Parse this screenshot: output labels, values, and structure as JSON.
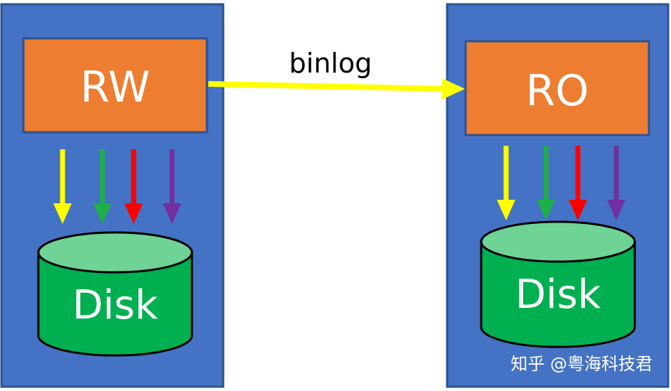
{
  "diagram": {
    "nodes": [
      {
        "id": "rw",
        "label": "RW"
      },
      {
        "id": "ro",
        "label": "RO"
      },
      {
        "id": "disk_left",
        "label": "Disk"
      },
      {
        "id": "disk_right",
        "label": "Disk"
      }
    ],
    "edges": [
      {
        "from": "rw",
        "to": "ro",
        "label": "binlog",
        "color": "#ffff00"
      }
    ],
    "write_arrow_colors": [
      "#ffff00",
      "#1eae4a",
      "#ff0000",
      "#7030a0"
    ]
  },
  "colors": {
    "server_panel": "#4472c4",
    "panel_border": "#2f528f",
    "instance_box": "#ed7d31",
    "disk_body": "#00b050",
    "disk_top": "#6fd395"
  },
  "watermark": "知乎 @粤海科技君"
}
